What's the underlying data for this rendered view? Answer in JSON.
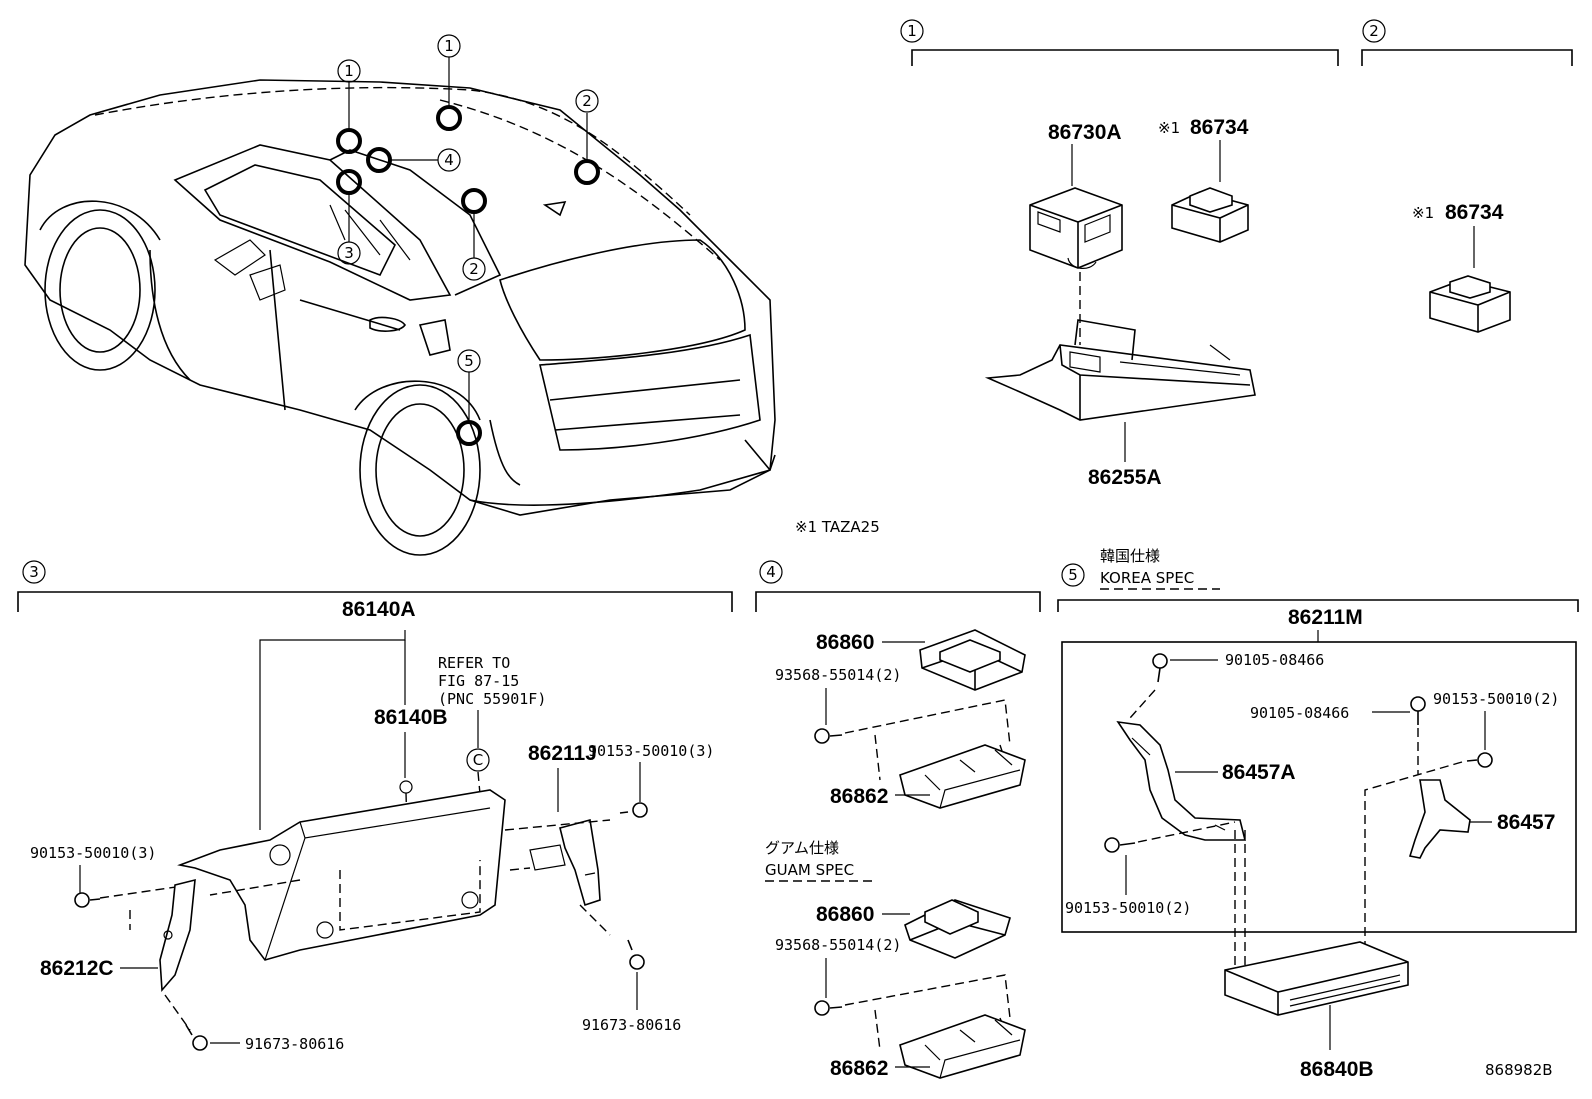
{
  "callouts": {
    "c1": "1",
    "c2": "2",
    "c3": "3",
    "c4": "4",
    "c5": "5"
  },
  "labels": {
    "p86730A": "86730A",
    "p86734a": "86734",
    "p86734b": "86734",
    "mark1": "※1",
    "mark2": "※1",
    "p86255A": "86255A",
    "note_taza": "※1 TAZA25",
    "p86140A": "86140A",
    "p86140B": "86140B",
    "refer1": "REFER TO",
    "refer2": "FIG 87-15",
    "refer3": "(PNC 55901F)",
    "refer_c": "C",
    "p86211J": "86211J",
    "b90153_3a": "90153-50010(3)",
    "b90153_3b": "90153-50010(3)",
    "p86212C": "86212C",
    "b91673a": "91673-80616",
    "b91673b": "91673-80616",
    "p86860a": "86860",
    "b93568a": "93568-55014(2)",
    "p86862a": "86862",
    "guam_jp": "グアム仕様",
    "guam_en": "GUAM SPEC",
    "p86860b": "86860",
    "b93568b": "93568-55014(2)",
    "p86862b": "86862",
    "korea_jp": "韓国仕様",
    "korea_en": "KOREA SPEC",
    "p86211M": "86211M",
    "b90105a": "90105-08466",
    "b90105b": "90105-08466",
    "b90153_2a": "90153-50010(2)",
    "b90153_2b": "90153-50010(2)",
    "p86457A": "86457A",
    "p86457": "86457",
    "p86840B": "86840B",
    "fig_id": "868982B"
  }
}
